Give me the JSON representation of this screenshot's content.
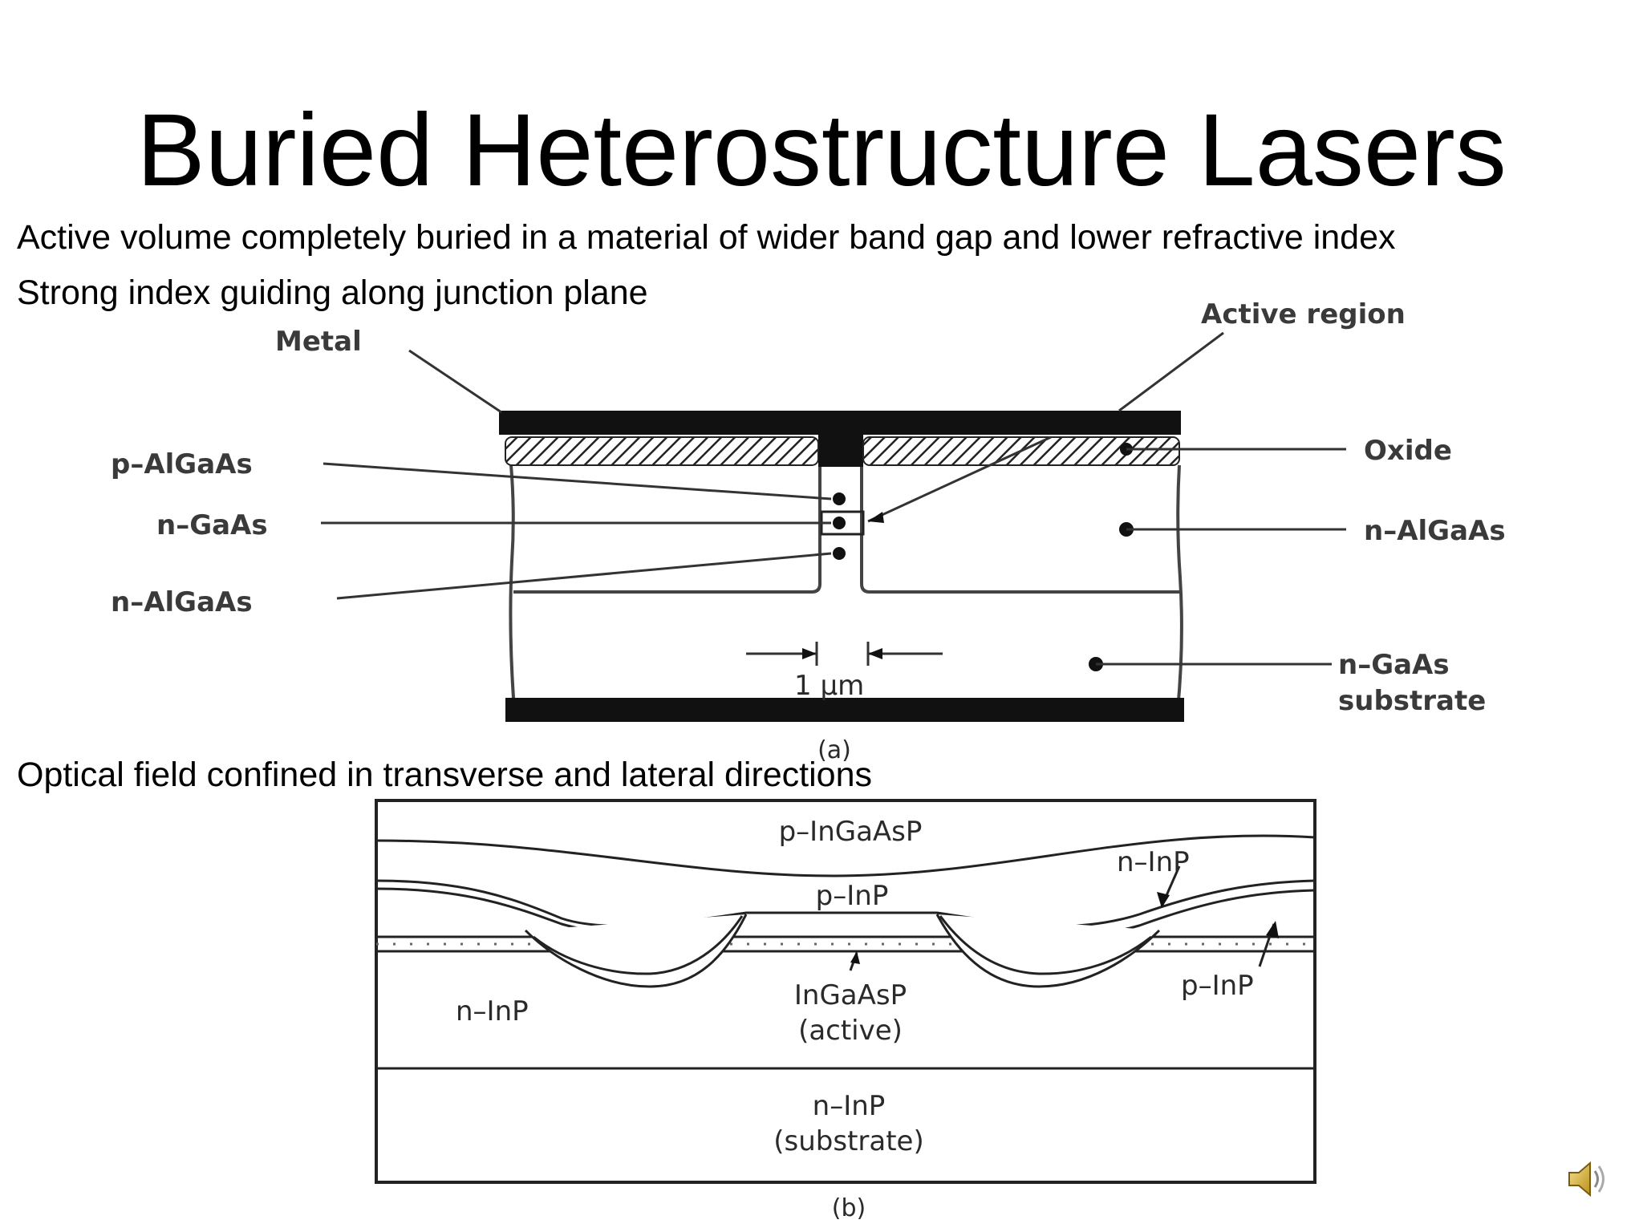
{
  "slide": {
    "title": "Buried Heterostructure Lasers",
    "bullets": [
      "Active volume completely buried in a material of wider band gap and lower refractive index",
      "Strong index guiding along junction plane",
      "Optical field confined in  transverse and lateral directions"
    ]
  },
  "diagram_a": {
    "caption": "(a)",
    "labels": {
      "metal": "Metal",
      "active_region": "Active region",
      "p_algaas": "p–AlGaAs",
      "n_gaas": "n–GaAs",
      "n_algaas_left": "n–AlGaAs",
      "oxide": "Oxide",
      "n_algaas_right": "n–AlGaAs",
      "substrate_1": "n–GaAs",
      "substrate_2": "substrate",
      "dimension": "1 μm"
    }
  },
  "diagram_b": {
    "caption": "(b)",
    "labels": {
      "p_ingaasp": "p–InGaAsP",
      "n_inp_top": "n–InP",
      "p_inp_center": "p–InP",
      "p_inp_right": "p–InP",
      "n_inp_left": "n–InP",
      "active_1": "InGaAsP",
      "active_2": "(active)",
      "substrate_1": "n–InP",
      "substrate_2": "(substrate)"
    }
  },
  "audio": {
    "icon": "speaker-icon"
  }
}
